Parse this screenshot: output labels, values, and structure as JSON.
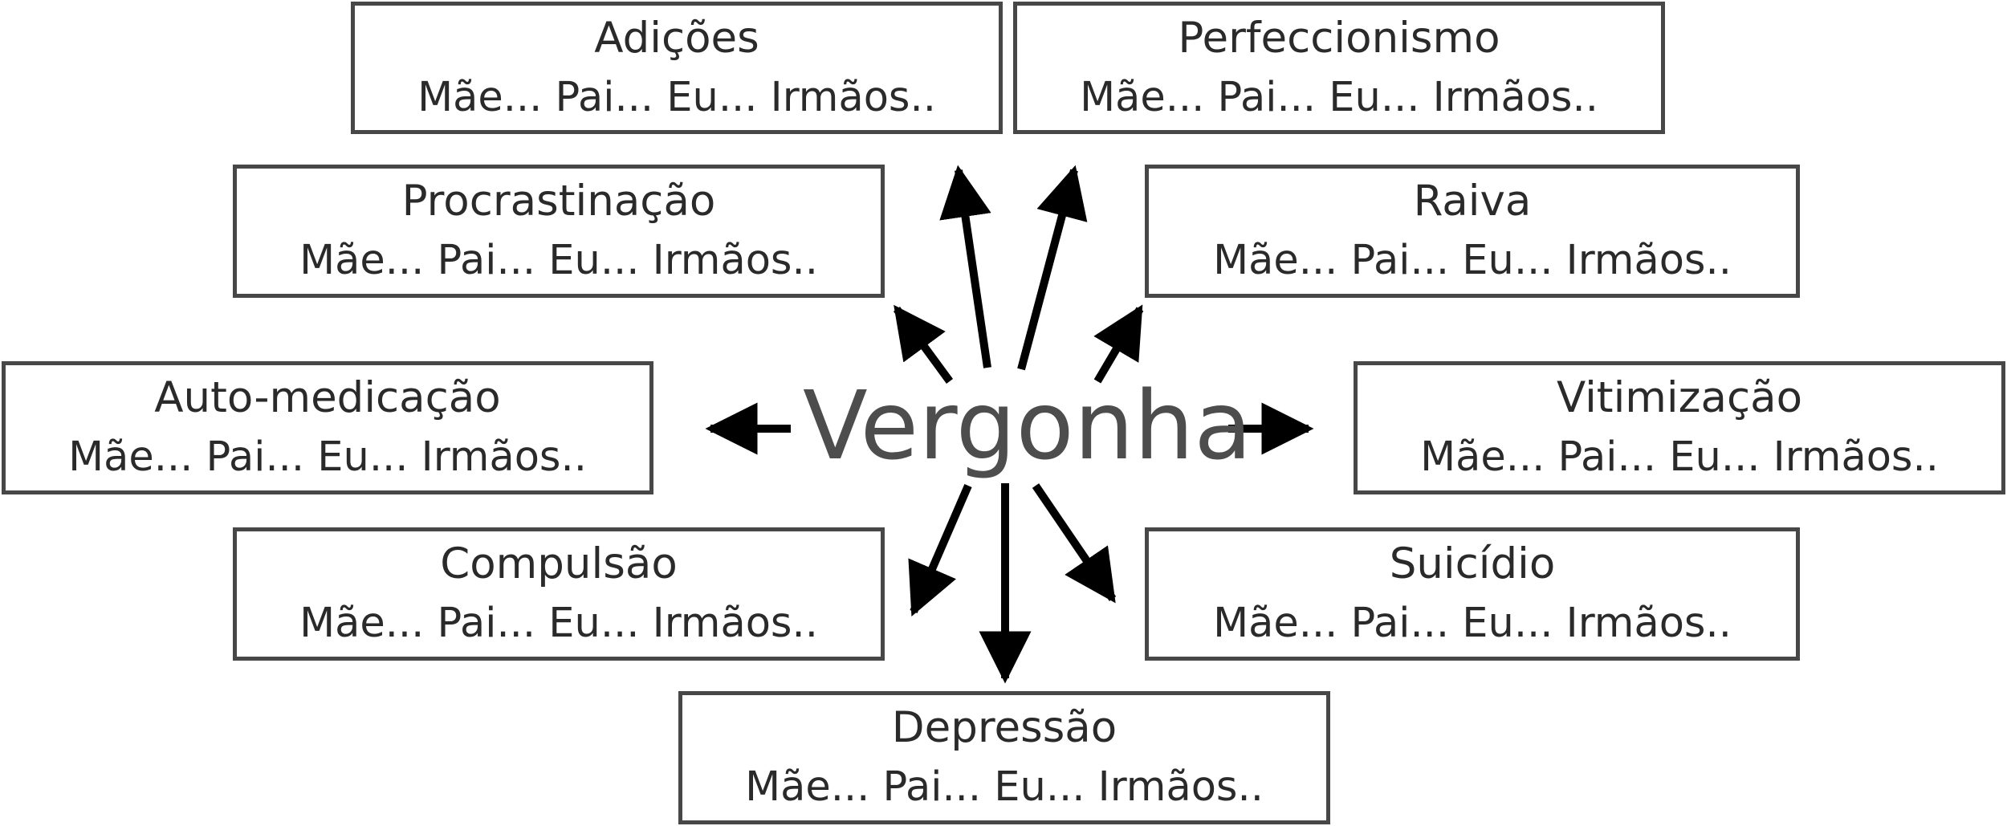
{
  "diagram": {
    "center": "Vergonha",
    "boxes": [
      {
        "id": "adicoes",
        "title": "Adições",
        "sub": "Mãe... Pai... Eu... Irmãos.."
      },
      {
        "id": "perfeccionismo",
        "title": "Perfeccionismo",
        "sub": "Mãe... Pai... Eu... Irmãos.."
      },
      {
        "id": "procrastinacao",
        "title": "Procrastinação",
        "sub": "Mãe... Pai... Eu... Irmãos.."
      },
      {
        "id": "raiva",
        "title": "Raiva",
        "sub": "Mãe... Pai... Eu... Irmãos.."
      },
      {
        "id": "auto-medicacao",
        "title": "Auto-medicação",
        "sub": "Mãe... Pai... Eu... Irmãos.."
      },
      {
        "id": "vitimizacao",
        "title": "Vitimização",
        "sub": "Mãe... Pai... Eu... Irmãos.."
      },
      {
        "id": "compulsao",
        "title": "Compulsão",
        "sub": "Mãe... Pai... Eu... Irmãos.."
      },
      {
        "id": "suicidio",
        "title": "Suicídio",
        "sub": "Mãe... Pai... Eu... Irmãos.."
      },
      {
        "id": "depressao",
        "title": "Depressão",
        "sub": "Mãe... Pai... Eu... Irmãos.."
      }
    ],
    "colors": {
      "box_border": "#474747",
      "center_text": "#4d4d4d",
      "arrow": "#000000"
    }
  }
}
